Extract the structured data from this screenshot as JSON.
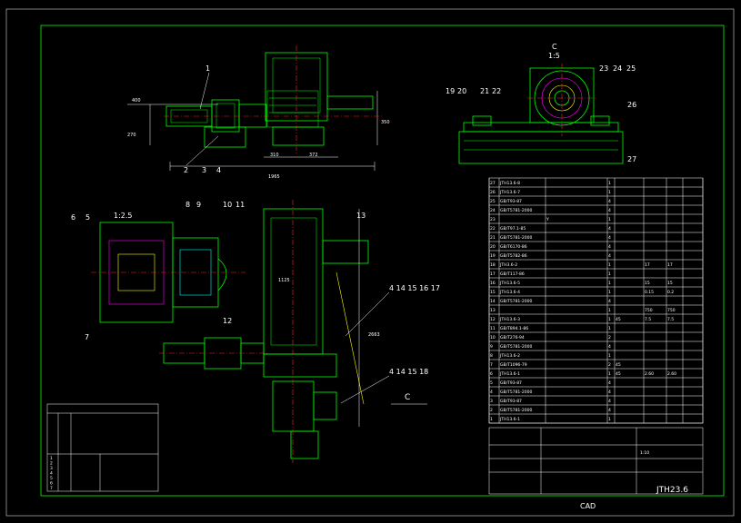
{
  "labels": {
    "l1": "1",
    "l2": "2",
    "l3": "3",
    "l4": "4",
    "top_view_scale": "1:5",
    "view_c": "C",
    "l19": "19",
    "l20": "20",
    "l21": "21",
    "l22": "22",
    "l23": "23",
    "l24": "24",
    "l25": "25",
    "l26": "26",
    "l27": "27",
    "l5": "5",
    "l6": "6",
    "l7": "7",
    "l8": "8",
    "l9": "9",
    "l10": "10",
    "l11": "11",
    "l12": "12",
    "l13": "13",
    "l14a": "4  14  15  16  17",
    "l14b": "4  14  15  18",
    "detail_scale": "1:2.5",
    "view_arrow_c": "C"
  },
  "dimensions": {
    "d1965": "1965",
    "d310": "310",
    "d372": "372",
    "d350": "350",
    "d270": "270",
    "d2663": "2663",
    "d1125": "1125",
    "d400": "400"
  },
  "parts_table": {
    "rows": [
      [
        "27",
        "JTH13.6-8",
        "",
        "1",
        "",
        "",
        ""
      ],
      [
        "26",
        "JTH13.6-7",
        "",
        "1",
        "",
        "",
        ""
      ],
      [
        "25",
        "GB/T93-87",
        "",
        "4",
        "",
        "",
        ""
      ],
      [
        "24",
        "GB/T5781-2000",
        "",
        "4",
        "",
        "",
        ""
      ],
      [
        "23",
        "",
        "Y",
        "1",
        "",
        "",
        ""
      ],
      [
        "22",
        "GB/T97.1-85",
        "",
        "4",
        "",
        "",
        ""
      ],
      [
        "21",
        "GB/T5781-2000",
        "",
        "4",
        "",
        "",
        ""
      ],
      [
        "20",
        "GB/T6170-86",
        "",
        "4",
        "",
        "",
        ""
      ],
      [
        "19",
        "GB/T5782-86",
        "",
        "4",
        "",
        "",
        ""
      ],
      [
        "18",
        "JTH3.6-2",
        "",
        "1",
        "",
        "17",
        "17"
      ],
      [
        "17",
        "GB/T117-86",
        "",
        "1",
        "",
        "",
        ""
      ],
      [
        "16",
        "JTH13.6-5",
        "",
        "1",
        "",
        "15",
        "15"
      ],
      [
        "15",
        "JTH13.6-4",
        "",
        "1",
        "",
        "0.15",
        "0.2"
      ],
      [
        "14",
        "GB/T5781-2000",
        "",
        "4",
        "",
        "",
        ""
      ],
      [
        "13",
        "",
        "",
        "1",
        "",
        "750",
        "750"
      ],
      [
        "12",
        "JTH13.6-3",
        "",
        "1",
        "45",
        "7.5",
        "7.5"
      ],
      [
        "11",
        "GB/T894.1-86",
        "",
        "1",
        "",
        "",
        ""
      ],
      [
        "10",
        "GB/T276-94",
        "",
        "2",
        "",
        "",
        ""
      ],
      [
        "9",
        "GB/T5781-2000",
        "",
        "4",
        "",
        "",
        ""
      ],
      [
        "8",
        "JTH13.6-2",
        "",
        "1",
        "",
        "",
        ""
      ],
      [
        "7",
        "GB/T1096-79",
        "",
        "2",
        "45",
        "",
        ""
      ],
      [
        "6",
        "JTH13.6-1",
        "",
        "1",
        "45",
        "2.60",
        "2.60"
      ],
      [
        "5",
        "GB/T93-87",
        "",
        "4",
        "",
        "",
        ""
      ],
      [
        "4",
        "GB/T5781-2000",
        "",
        "4",
        "",
        "",
        ""
      ],
      [
        "3",
        "GB/T93-87",
        "",
        "4",
        "",
        "",
        ""
      ],
      [
        "2",
        "GB/T5781-2000",
        "",
        "4",
        "",
        "",
        ""
      ],
      [
        "1",
        "JTH13.6-1",
        "",
        "1",
        "",
        "",
        ""
      ]
    ]
  },
  "title_block": {
    "drawing_no": "JTH23.6",
    "scale": "1:10",
    "name_cn": "",
    "footer": "CAD"
  },
  "side_table": {
    "rows": [
      "1",
      "2",
      "3",
      "4",
      "5",
      "6",
      "7"
    ]
  }
}
